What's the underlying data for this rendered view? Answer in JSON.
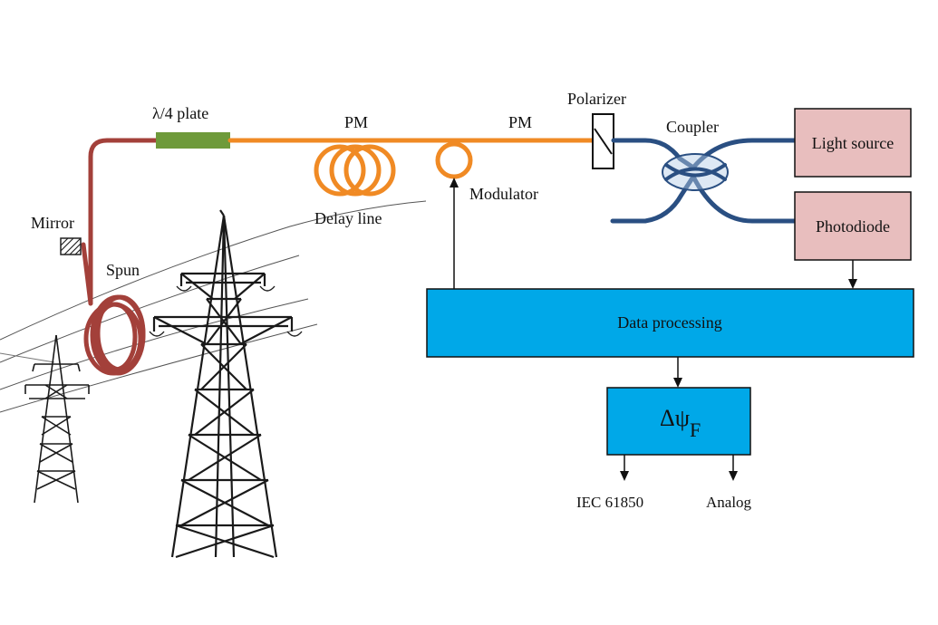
{
  "labels": {
    "quarter_plate": "λ/4 plate",
    "pm_1": "PM",
    "pm_2": "PM",
    "polarizer": "Polarizer",
    "coupler": "Coupler",
    "mirror": "Mirror",
    "spun": "Spun",
    "delay_line": "Delay line",
    "modulator": "Modulator"
  },
  "boxes": {
    "light_source": "Light source",
    "photodiode": "Photodiode",
    "data_processing": "Data processing",
    "delta_psi_main": "Δψ",
    "delta_psi_sub": "F"
  },
  "outputs": {
    "iec": "IEC 61850",
    "analog": "Analog"
  },
  "colors": {
    "spun_fiber": "#a3403a",
    "pm_fiber": "#f08a24",
    "quarter_plate": "#6e9a3a",
    "coupler_fiber": "#2a4f82",
    "source_box": "#e8bebe",
    "processing_box": "#00a8e8"
  }
}
